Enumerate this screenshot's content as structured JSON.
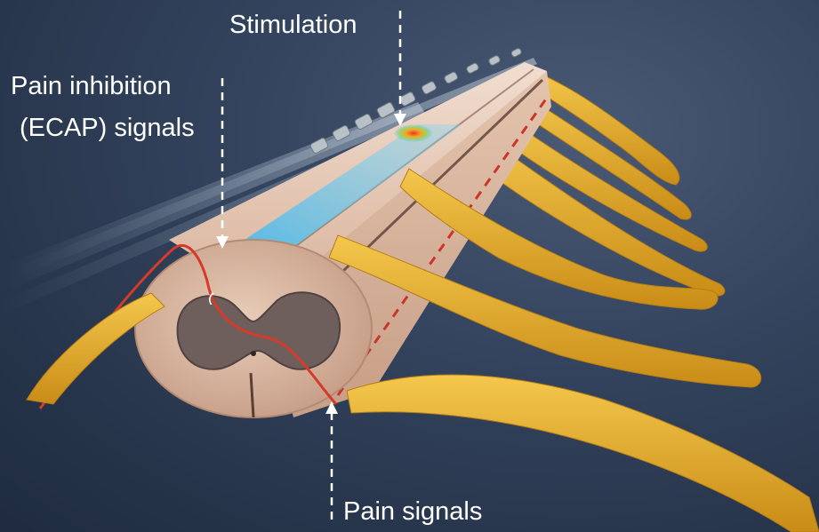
{
  "labels": {
    "stimulation": "Stimulation",
    "pain_inhibition_line1": "Pain inhibition",
    "pain_inhibition_line2": "(ECAP) signals",
    "pain_signals": "Pain signals"
  },
  "colors": {
    "background": "#2a3a52",
    "cord_tissue": "#d9b9a3",
    "grey_matter": "#6f5f5c",
    "nerve_roots": "#e3ad2c",
    "pain_pathway": "#d63a2a",
    "stimulation_field": "#4fc3ef",
    "annotation_lines": "#ffffff"
  }
}
